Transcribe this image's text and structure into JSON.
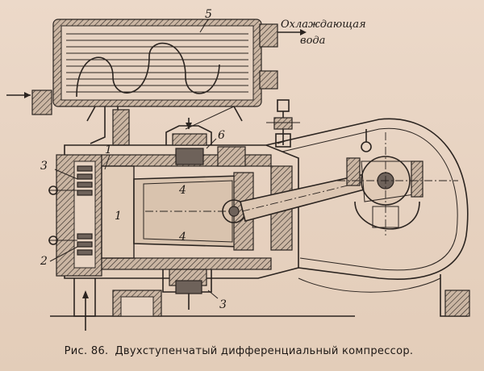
{
  "figure": {
    "coolant_label_line1": "Охлаждающая",
    "coolant_label_line2": "вода",
    "caption_number": "Рис. 86.",
    "caption_text": "Двухступенчатый дифференциальный компрессор."
  },
  "callouts": {
    "n1a": "1",
    "n1b": "1",
    "n2": "2",
    "n3a": "3",
    "n3b": "3",
    "n4a": "4",
    "n4b": "4",
    "n5": "5",
    "n6": "6"
  }
}
